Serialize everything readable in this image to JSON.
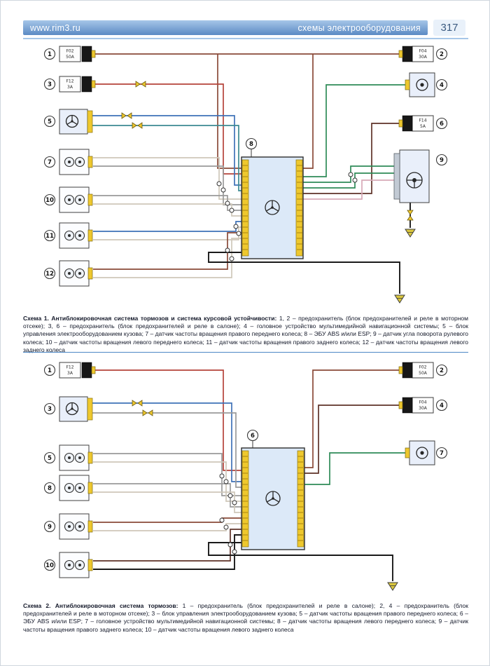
{
  "colors": {
    "header-blue-1": "#a6c6e8",
    "header-blue-2": "#5b8ac4",
    "connector-yellow": "#eec82e",
    "ecu-fill": "#dce9f8",
    "box-fill": "#e9effa",
    "wire-brown": "#8a4a38",
    "wire-darkbrown": "#5e3228",
    "wire-red": "#b5433a",
    "wire-blue": "#3f72b8",
    "wire-teal": "#3c8a92",
    "wire-green": "#2e8b57",
    "wire-gray": "#9a9a9a",
    "wire-white": "#cfc8ba",
    "wire-pink": "#d8aab8",
    "wire-black": "#1a1a1a"
  },
  "header": {
    "site": "www.rim3.ru",
    "section": "схемы электрооборудования",
    "page": "317"
  },
  "icons": {
    "body_control_module": "control-module-icon",
    "multimedia_head_unit": "multimedia-icon",
    "steering_angle_sensor": "steering-wheel-icon",
    "abs_ecu": "ecu-icon",
    "wheel_speed_sensor": "wheel-sensor-icon",
    "ground": "ground-icon",
    "inline_connector": "bowtie-connector-icon",
    "bulkhead_connector": "bulkhead-connector-icon"
  },
  "d1": {
    "n1": "1",
    "n2": "2",
    "n3": "3",
    "n4": "4",
    "n5": "5",
    "n6": "6",
    "n7": "7",
    "n8": "8",
    "n9": "9",
    "n10": "10",
    "n11": "11",
    "n12": "12",
    "f1a": "F02",
    "f1b": "50A",
    "f2a": "F04",
    "f2b": "30A",
    "f3a": "F12",
    "f3b": "3A",
    "f6a": "F14",
    "f6b": "5A"
  },
  "caption1": {
    "lead": "Схема 1. Антиблокировочная система тормозов и система курсовой устойчивости:",
    "body": "1, 2 – предохранитель (блок предохранителей и реле в моторном отсеке); 3, 6 – предохранитель (блок предохранителей и реле в салоне); 4 – головное устройство мультимедийной навигационной системы; 5 – блок управления электрооборудованием кузова; 7 – датчик частоты вращения правого переднего колеса; 8 – ЭБУ ABS и/или ESP; 9 – датчик угла поворота рулевого колеса; 10 – датчик частоты вращения левого переднего колеса; 11 – датчик частоты вращения правого заднего колеса; 12 – датчик частоты вращения левого заднего колеса"
  },
  "d2": {
    "n1": "1",
    "n2": "2",
    "n3": "3",
    "n4": "4",
    "n5": "5",
    "n6": "6",
    "n7": "7",
    "n8": "8",
    "n9": "9",
    "n10": "10",
    "f1a": "F12",
    "f1b": "3A",
    "f2a": "F02",
    "f2b": "50A",
    "f4a": "F04",
    "f4b": "30A"
  },
  "caption2": {
    "lead": "Схема 2. Антиблокировочная система тормозов:",
    "body": "1 – предохранитель (блок предохранителей и реле в салоне); 2, 4 – предохранитель (блок предохранителей и реле в моторном отсеке); 3 – блок управления электрооборудованием кузова; 5 – датчик частоты вращения правого переднего колеса; 6 – ЭБУ ABS и/или ESP; 7 – головное устройство мультимедийной навигационной системы; 8 – датчик частоты вращения левого переднего колеса; 9 – датчик частоты вращения правого заднего колеса; 10 – датчик частоты вращения левого заднего колеса"
  }
}
